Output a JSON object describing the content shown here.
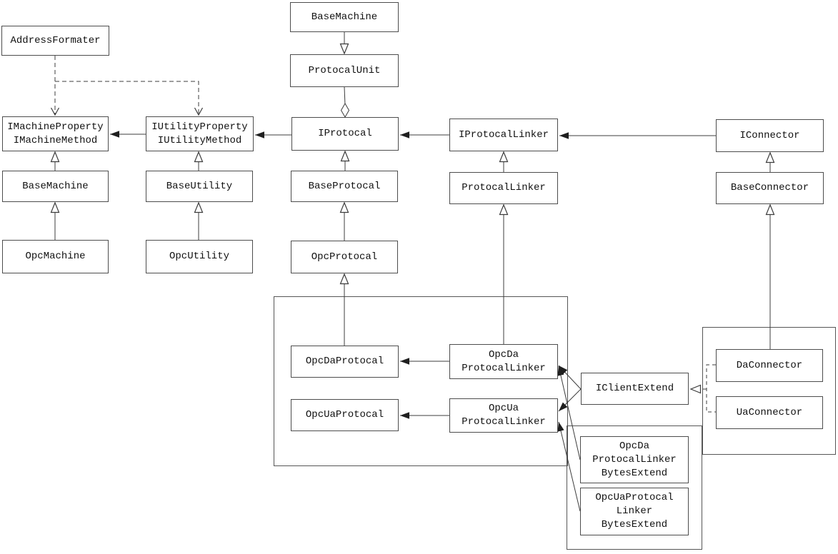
{
  "diagram": {
    "type": "uml-class-diagram",
    "colors": {
      "background": "#ffffff",
      "box_border": "#4d4d4d",
      "group_border": "#565656",
      "line": "#3c3c3c",
      "arrow_fill": "#1f1f1f",
      "text": "#111111"
    }
  },
  "nodes": {
    "base_machine_top": {
      "label": "BaseMachine"
    },
    "protocal_unit": {
      "label": "ProtocalUnit"
    },
    "address_formater": {
      "label": "AddressFormater"
    },
    "imachine": {
      "lines": [
        "IMachineProperty",
        "IMachineMethod"
      ]
    },
    "iutility": {
      "lines": [
        "IUtilityProperty",
        "IUtilityMethod"
      ]
    },
    "iprotocal": {
      "label": "IProtocal"
    },
    "iprotocal_linker": {
      "label": "IProtocalLinker"
    },
    "iconnector": {
      "label": "IConnector"
    },
    "base_machine": {
      "label": "BaseMachine"
    },
    "base_utility": {
      "label": "BaseUtility"
    },
    "base_protocal": {
      "label": "BaseProtocal"
    },
    "protocal_linker": {
      "label": "ProtocalLinker"
    },
    "base_connector": {
      "label": "BaseConnector"
    },
    "opc_machine": {
      "label": "OpcMachine"
    },
    "opc_utility": {
      "label": "OpcUtility"
    },
    "opc_protocal": {
      "label": "OpcProtocal"
    },
    "opc_da_protocal": {
      "label": "OpcDaProtocal"
    },
    "opc_ua_protocal": {
      "label": "OpcUaProtocal"
    },
    "opc_da_protocal_linker": {
      "lines": [
        "OpcDa",
        "ProtocalLinker"
      ]
    },
    "opc_ua_protocal_linker": {
      "lines": [
        "OpcUa",
        "ProtocalLinker"
      ]
    },
    "iclient_extend": {
      "label": "IClientExtend"
    },
    "da_connector": {
      "label": "DaConnector"
    },
    "ua_connector": {
      "label": "UaConnector"
    },
    "opc_da_protocal_linker_bytes_extend": {
      "lines": [
        "OpcDa",
        "ProtocalLinker",
        "BytesExtend"
      ]
    },
    "opc_ua_protocal_linker_bytes_extend": {
      "lines": [
        "OpcUaProtocal",
        "Linker",
        "BytesExtend"
      ]
    }
  }
}
